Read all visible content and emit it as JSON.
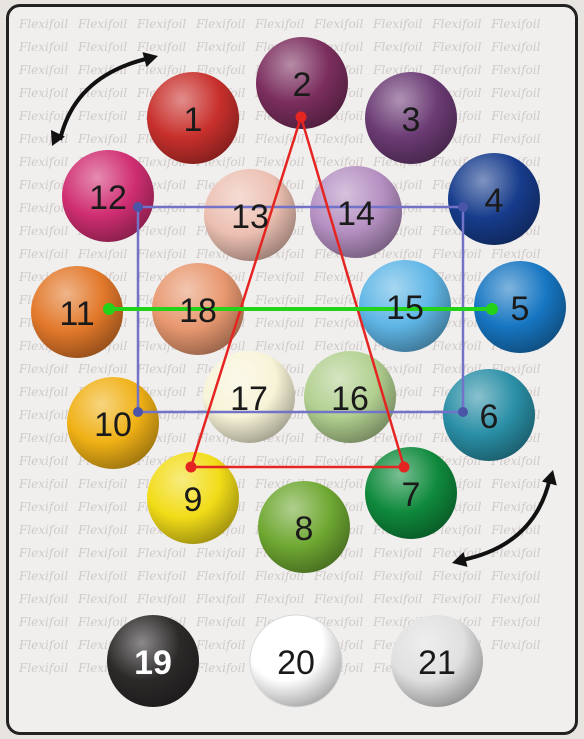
{
  "watermark_text": "Flexifoil",
  "dots": [
    {
      "label": "1",
      "color": "#c8302c"
    },
    {
      "label": "2",
      "color": "#7b2e5e"
    },
    {
      "label": "3",
      "color": "#6b3b74"
    },
    {
      "label": "4",
      "color": "#173c8c"
    },
    {
      "label": "5",
      "color": "#1776c2"
    },
    {
      "label": "6",
      "color": "#2a8fa6"
    },
    {
      "label": "7",
      "color": "#0f8a3c"
    },
    {
      "label": "8",
      "color": "#6fa832"
    },
    {
      "label": "9",
      "color": "#f2dc18"
    },
    {
      "label": "10",
      "color": "#f0b116"
    },
    {
      "label": "11",
      "color": "#e2782a"
    },
    {
      "label": "12",
      "color": "#d02e72"
    },
    {
      "label": "13",
      "color": "#ecc0b2"
    },
    {
      "label": "14",
      "color": "#b590c2"
    },
    {
      "label": "15",
      "color": "#5fb6e6"
    },
    {
      "label": "16",
      "color": "#b2d090"
    },
    {
      "label": "17",
      "color": "#f8f4d8"
    },
    {
      "label": "18",
      "color": "#e89870"
    },
    {
      "label": "19",
      "color": "#2c2929"
    },
    {
      "label": "20",
      "color": "#ffffff"
    },
    {
      "label": "21",
      "color": "#e0e0e0"
    }
  ],
  "colors": {
    "triangle": "#e52521",
    "square": "#7272c8",
    "line": "#22d318",
    "arrows": "#111111"
  }
}
